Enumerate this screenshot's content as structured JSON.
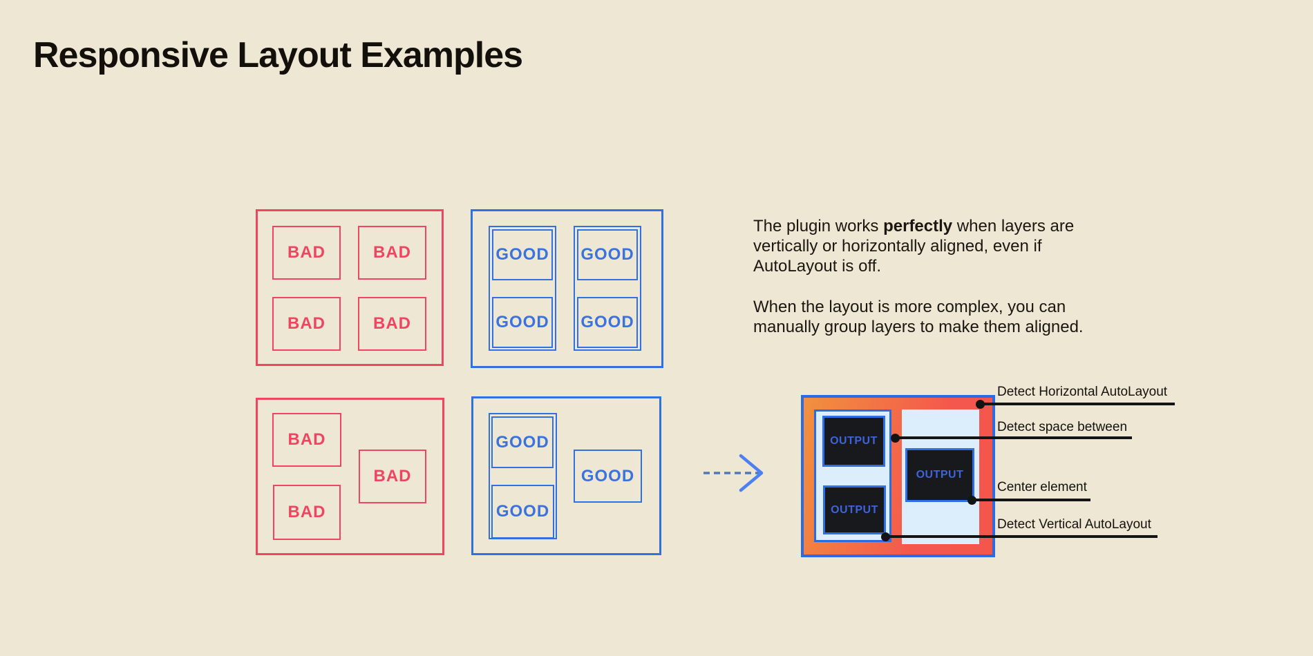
{
  "title": "Responsive Layout Examples",
  "colors": {
    "background": "#EDE7D4",
    "bad_red": "#EF4560",
    "good_blue": "#3070E2",
    "result_orange": "#F1913E",
    "result_coral": "#F4564C",
    "result_panel_blue": "#DCEEFB",
    "output_box_black": "#17191D",
    "output_text_blue": "#3F63D8",
    "annotation_black": "#141414",
    "arrow_dash_blue": "#4E79B5",
    "arrow_chevron_blue": "#4C80F2"
  },
  "examples": {
    "bad_aligned": {
      "cells": [
        "BAD",
        "BAD",
        "BAD",
        "BAD"
      ]
    },
    "good_aligned": {
      "cells": [
        "GOOD",
        "GOOD",
        "GOOD",
        "GOOD"
      ]
    },
    "bad_misaligned": {
      "cells": [
        "BAD",
        "BAD",
        "BAD"
      ]
    },
    "good_misaligned": {
      "cells": [
        "GOOD",
        "GOOD",
        "GOOD"
      ]
    }
  },
  "description": {
    "para1_before": "The plugin works ",
    "para1_bold": "perfectly",
    "para1_after": " when layers are vertically or horizontally aligned, even if AutoLayout is off.",
    "para2": "When the layout is more complex, you can manually group layers to make them aligned."
  },
  "result": {
    "output_labels": [
      "OUTPUT",
      "OUTPUT",
      "OUTPUT"
    ]
  },
  "annotations": [
    "Detect Horizontal AutoLayout",
    "Detect space between",
    "Center element",
    "Detect Vertical AutoLayout"
  ]
}
